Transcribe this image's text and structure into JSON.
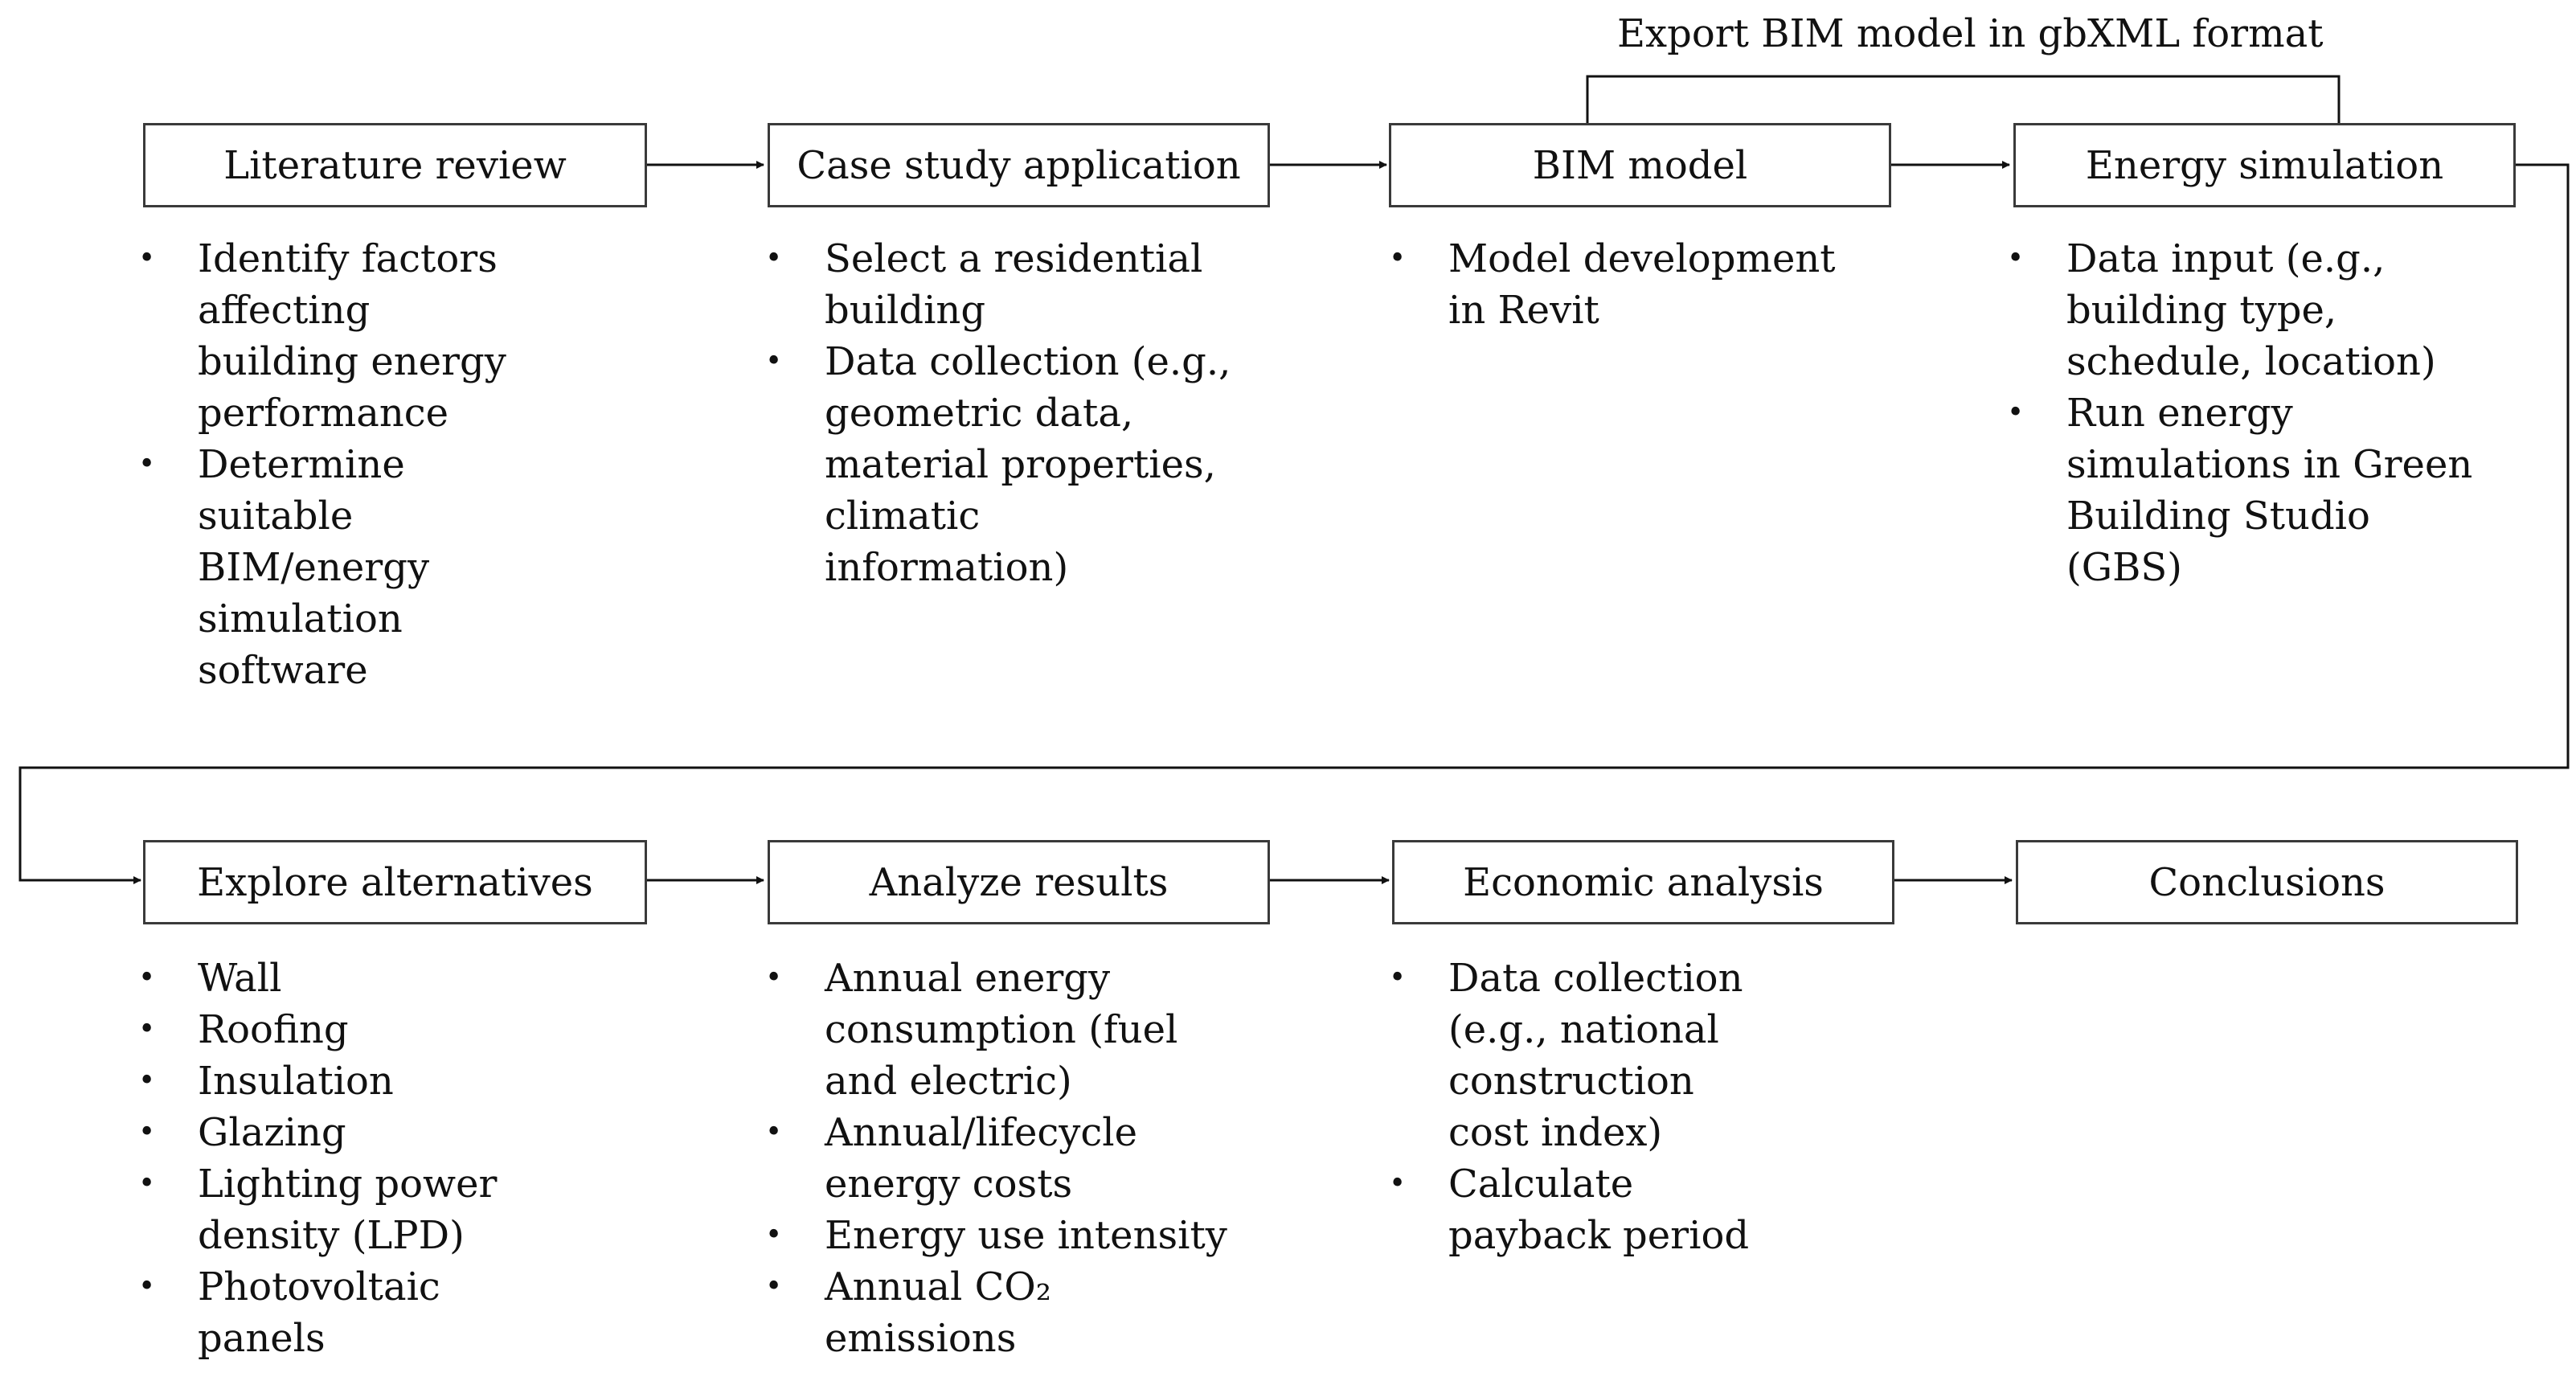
{
  "export_label": "Export BIM model in gbXML format",
  "stages": [
    {
      "title": "Literature review",
      "bullets": [
        "Identify factors\naffecting\nbuilding energy\nperformance",
        "Determine\nsuitable\nBIM/energy\nsimulation\nsoftware"
      ]
    },
    {
      "title": "Case study application",
      "bullets": [
        "Select a residential\nbuilding",
        "Data collection (e.g.,\ngeometric data,\nmaterial properties,\nclimatic\ninformation)"
      ]
    },
    {
      "title": "BIM model",
      "bullets": [
        "Model development\nin Revit"
      ]
    },
    {
      "title": "Energy simulation",
      "bullets": [
        "Data input (e.g.,\nbuilding type,\nschedule, location)",
        "Run energy\nsimulations in Green\nBuilding Studio\n(GBS)"
      ]
    },
    {
      "title": "Explore alternatives",
      "bullets": [
        "Wall",
        "Roofing",
        "Insulation",
        "Glazing",
        "Lighting power\ndensity (LPD)",
        "Photovoltaic\npanels"
      ]
    },
    {
      "title": "Analyze results",
      "bullets": [
        "Annual energy\nconsumption (fuel\nand electric)",
        "Annual/lifecycle\nenergy costs",
        "Energy use intensity",
        "Annual CO₂\nemissions"
      ]
    },
    {
      "title": "Economic analysis",
      "bullets": [
        "Data collection\n(e.g., national\nconstruction\ncost index)",
        "Calculate\npayback period"
      ]
    },
    {
      "title": "Conclusions",
      "bullets": []
    }
  ]
}
